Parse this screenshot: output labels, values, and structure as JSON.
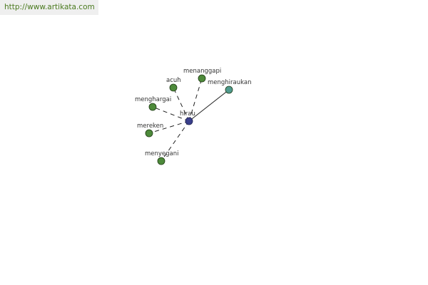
{
  "header": {
    "url": "http://www.artikata.com"
  },
  "graph": {
    "center": {
      "label": "hirau",
      "color": "#3a3f8c"
    },
    "nodes": [
      {
        "id": "acuh",
        "label": "acuh",
        "color": "#4d8a3a",
        "edge": "dashed"
      },
      {
        "id": "menanggapi",
        "label": "menanggapi",
        "color": "#4d8a3a",
        "edge": "dashed"
      },
      {
        "id": "menghiraukan",
        "label": "menghiraukan",
        "color": "#4f9a8e",
        "edge": "solid"
      },
      {
        "id": "menghargai",
        "label": "menghargai",
        "color": "#4d8a3a",
        "edge": "dashed"
      },
      {
        "id": "mereken",
        "label": "mereken",
        "color": "#4d8a3a",
        "edge": "dashed"
      },
      {
        "id": "menyegani",
        "label": "menyegani",
        "color": "#4d8a3a",
        "edge": "dashed"
      }
    ]
  }
}
